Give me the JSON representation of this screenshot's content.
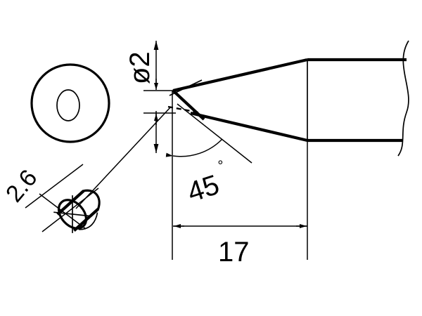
{
  "drawing": {
    "title": "Soldering Iron Tip Technical Drawing",
    "type": "mechanical-engineering-drawing",
    "background_color": "#ffffff",
    "line_color": "#000000",
    "dimensions": {
      "diameter_label": "ø2",
      "bevel_width_label": "2.6",
      "angle_label": "45",
      "angle_unit": "°",
      "length_label": "17"
    },
    "views": {
      "end_view": {
        "name": "end-view-circle",
        "outer_diameter_label": "ø2",
        "description": "front end view showing outer body circle and inner bore"
      },
      "side_view": {
        "name": "side-profile-view",
        "description": "side view of tapered tip with 45 degree bevel and break line"
      },
      "detail_view": {
        "name": "bevel-face-detail",
        "label": "2.6",
        "description": "rotated detail of elliptical bevel face"
      }
    },
    "annotations": {
      "break_line": "break-line-s-curve",
      "leader": "detail-leader-line"
    }
  }
}
